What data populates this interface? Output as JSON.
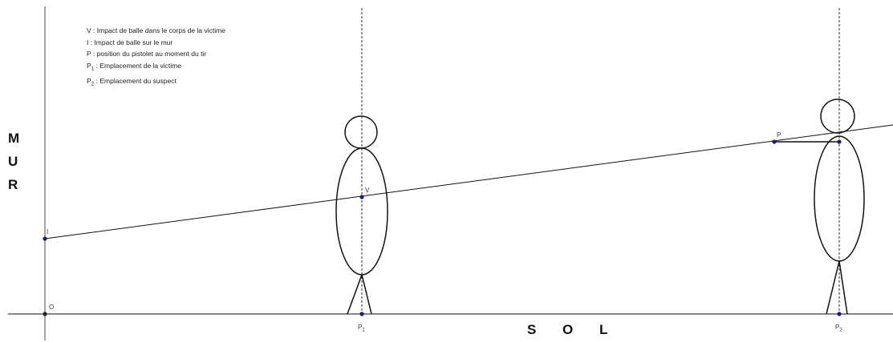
{
  "legend": {
    "v": "V : Impact de balle dans le corps de la victime",
    "i": "I : Impact de balle sur le mur",
    "p": "P : position du pistolet au moment du tir",
    "p1_main": "P",
    "p1_sub": "1",
    "p1_text": " : Emplacement de la victime",
    "p2_main": "P",
    "p2_sub": "2",
    "p2_text": " : Emplacement du suspect"
  },
  "wall_letters": [
    "M",
    "U",
    "R"
  ],
  "ground_label": "S O L",
  "points": {
    "O": "O",
    "I": "I",
    "V": "V",
    "P": "P",
    "P1_main": "P",
    "P1_sub": "1",
    "P2_main": "P",
    "P2_sub": "2"
  },
  "colors": {
    "line": "#111111",
    "point": "#1a1a8c",
    "dashed": "#333333"
  }
}
